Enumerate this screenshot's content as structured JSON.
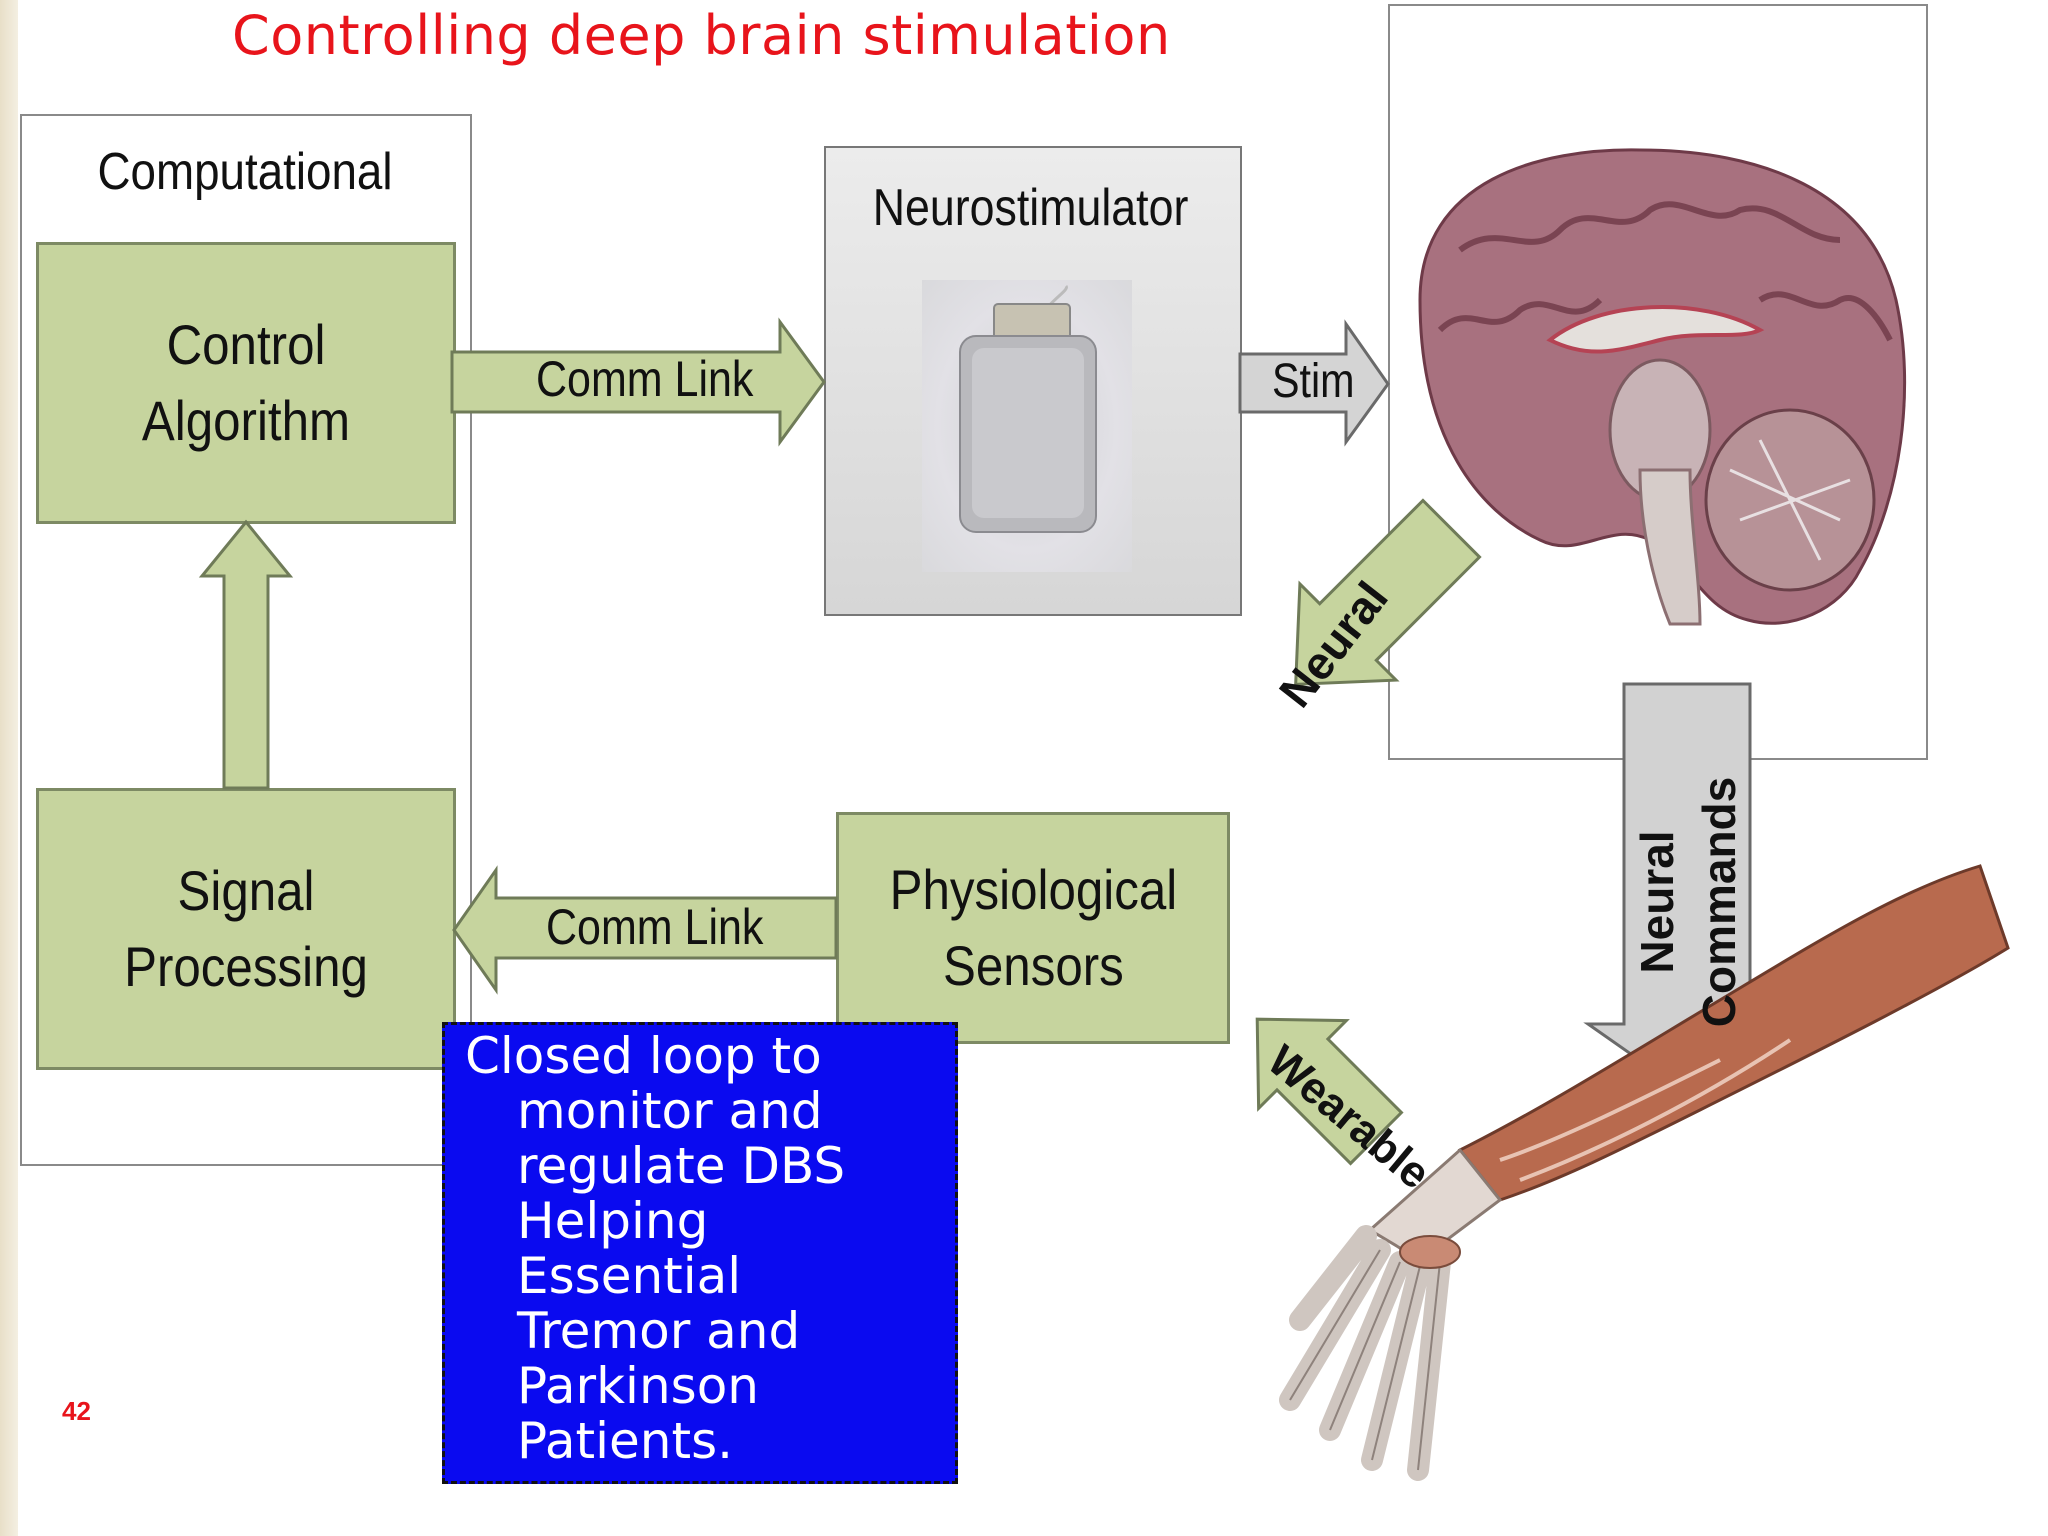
{
  "title": "Controlling deep brain stimulation",
  "computational": {
    "label": "Computational"
  },
  "boxes": {
    "control_algorithm": "Control Algorithm",
    "signal_processing": "Signal Processing",
    "neurostimulator": "Neurostimulator",
    "physiological_sensors": [
      "Physiological",
      "Sensors"
    ]
  },
  "arrows": {
    "comm_link_top": "Comm Link",
    "comm_link_bottom": "Comm Link",
    "stim": "Stim",
    "neural": "Neural",
    "neural_commands": [
      "Neural",
      "Commands"
    ],
    "wearable": "Wearable"
  },
  "callout": {
    "lines": [
      "Closed loop to",
      "monitor and",
      "regulate DBS",
      "Helping",
      "Essential",
      "Tremor and",
      "Parkinson",
      "Patients."
    ]
  },
  "page_number": "42",
  "colors": {
    "title": "#e8141b",
    "box_fill": "#c6d49e",
    "callout_fill": "#0a0af0",
    "callout_text": "#ffffff"
  }
}
